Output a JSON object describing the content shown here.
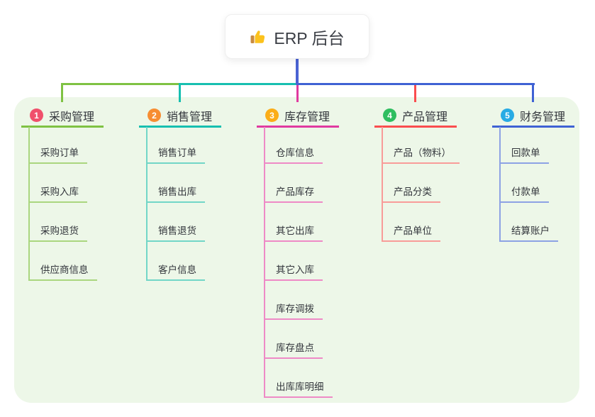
{
  "root": {
    "label": "ERP 后台",
    "icon": "thumbs-up-icon"
  },
  "colors": {
    "canvas_bg": "#edf7e8",
    "root_connector": "#4a63d3",
    "root_text": "#3b3e45"
  },
  "branches": [
    {
      "index": "1",
      "label": "采购管理",
      "badge_color": "#f0506c",
      "line_color": "#7fc243",
      "sub_line_color": "#aad67f",
      "children": [
        "采购订单",
        "采购入库",
        "采购退货",
        "供应商信息"
      ]
    },
    {
      "index": "2",
      "label": "销售管理",
      "badge_color": "#f78d32",
      "line_color": "#17bfb0",
      "sub_line_color": "#72d6c7",
      "children": [
        "销售订单",
        "销售出库",
        "销售退货",
        "客户信息"
      ]
    },
    {
      "index": "3",
      "label": "库存管理",
      "badge_color": "#fbad18",
      "line_color": "#e03aa0",
      "sub_line_color": "#ee8ac6",
      "children": [
        "仓库信息",
        "产品库存",
        "其它出库",
        "其它入库",
        "库存调拨",
        "库存盘点",
        "出库库明细"
      ]
    },
    {
      "index": "4",
      "label": "产品管理",
      "badge_color": "#2fbe60",
      "line_color": "#fa4d4f",
      "sub_line_color": "#f89c99",
      "children": [
        "产品（物料）",
        "产品分类",
        "产品单位"
      ]
    },
    {
      "index": "5",
      "label": "财务管理",
      "badge_color": "#28abe4",
      "line_color": "#3f62d4",
      "sub_line_color": "#8da2e4",
      "children": [
        "回款单",
        "付款单",
        "结算账户"
      ]
    }
  ]
}
